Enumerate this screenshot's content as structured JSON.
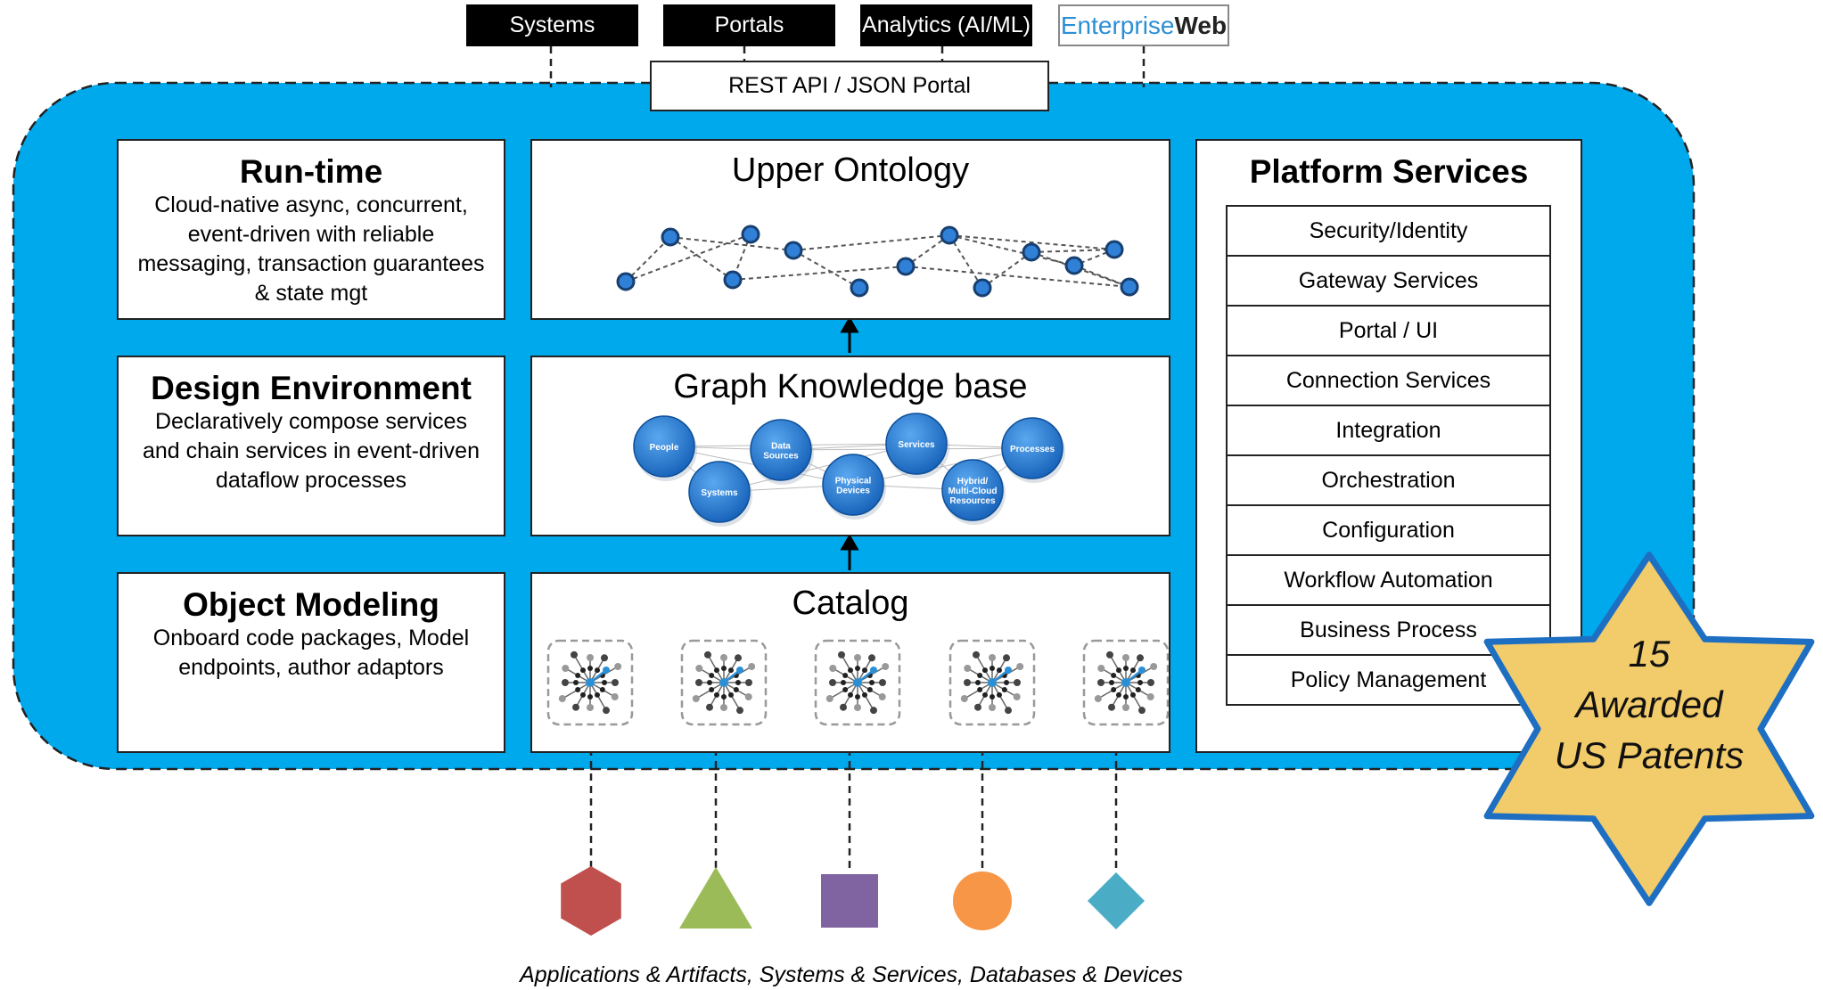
{
  "top": {
    "tabs": [
      "Systems",
      "Portals",
      "Analytics (AI/ML)"
    ],
    "brand_part1": "Enterprise",
    "brand_part2": "Web",
    "rest_api": "REST API / JSON Portal"
  },
  "left": {
    "runtime": {
      "title": "Run-time",
      "lines": [
        "Cloud-native async, concurrent,",
        "event-driven with reliable",
        "messaging, transaction guarantees",
        "& state mgt"
      ]
    },
    "design": {
      "title": "Design Environment",
      "lines": [
        "Declaratively compose services",
        "and chain services in event-driven",
        "dataflow processes"
      ]
    },
    "modeling": {
      "title": "Object Modeling",
      "lines": [
        "Onboard code packages, Model",
        "endpoints, author adaptors"
      ]
    }
  },
  "middle": {
    "ontology_title": "Upper Ontology",
    "graph_title": "Graph Knowledge base",
    "graph_nodes": [
      "People",
      "Data Sources",
      "Services",
      "Processes",
      "Systems",
      "Physical Devices",
      "Hybrid/ Multi-Cloud Resources"
    ],
    "catalog_title": "Catalog"
  },
  "platform": {
    "title": "Platform Services",
    "services": [
      "Security/Identity",
      "Gateway Services",
      "Portal / UI",
      "Connection Services",
      "Integration",
      "Orchestration",
      "Configuration",
      "Workflow Automation",
      "Business Process",
      "Policy Management"
    ]
  },
  "badge": {
    "lines": [
      "15",
      "Awarded",
      "US Patents"
    ]
  },
  "shapes": [
    {
      "shape": "hexagon",
      "color": "#c0504d"
    },
    {
      "shape": "triangle",
      "color": "#9bbb59"
    },
    {
      "shape": "square",
      "color": "#8064a2"
    },
    {
      "shape": "circle",
      "color": "#f79646"
    },
    {
      "shape": "diamond",
      "color": "#4bacc6"
    }
  ],
  "caption": "Applications & Artifacts, Systems & Services, Databases & Devices",
  "colors": {
    "platform_blue": "#00a8ec",
    "node_blue": "#2f80d6",
    "badge_gold": "#f2cc6b",
    "badge_border": "#1e6fc2"
  }
}
